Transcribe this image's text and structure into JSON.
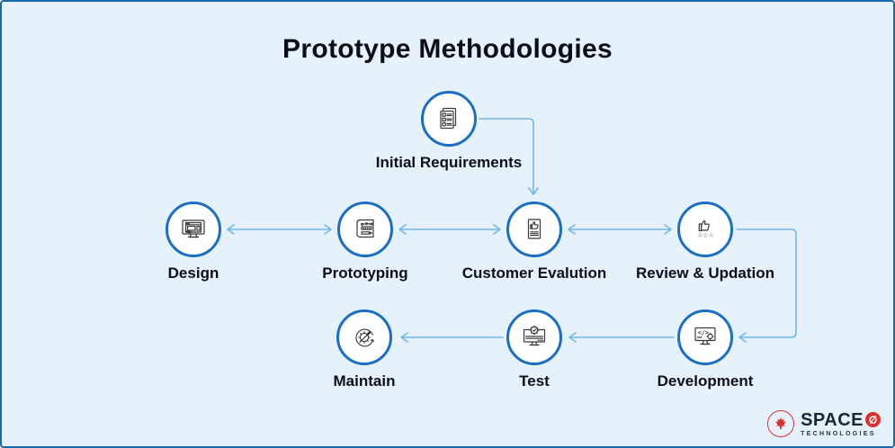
{
  "title": "Prototype Methodologies",
  "nodes": {
    "initial_requirements": {
      "label": "Initial Requirements",
      "icon": "checklist-document-icon"
    },
    "design": {
      "label": "Design",
      "icon": "design-monitor-icon"
    },
    "prototyping": {
      "label": "Prototyping",
      "icon": "blueprint-sketch-icon"
    },
    "customer_evalution": {
      "label": "Customer Evalution",
      "icon": "feedback-document-icon"
    },
    "review_updation": {
      "label": "Review & Updation",
      "icon": "thumbs-up-rating-icon"
    },
    "development": {
      "label": "Development",
      "icon": "code-monitor-icon"
    },
    "test": {
      "label": "Test",
      "icon": "test-monitor-icon"
    },
    "maintain": {
      "label": "Maintain",
      "icon": "maintenance-tools-icon"
    }
  },
  "flow": {
    "type": "process-diagram",
    "connections": [
      {
        "from": "Initial Requirements",
        "to": "Customer Evalution",
        "style": "elbow",
        "direction": "one-way"
      },
      {
        "from": "Design",
        "to": "Prototyping",
        "style": "straight",
        "direction": "two-way"
      },
      {
        "from": "Prototyping",
        "to": "Customer Evalution",
        "style": "straight",
        "direction": "two-way"
      },
      {
        "from": "Customer Evalution",
        "to": "Review & Updation",
        "style": "straight",
        "direction": "two-way"
      },
      {
        "from": "Review & Updation",
        "to": "Development",
        "style": "elbow",
        "direction": "one-way"
      },
      {
        "from": "Development",
        "to": "Test",
        "style": "straight",
        "direction": "one-way"
      },
      {
        "from": "Test",
        "to": "Maintain",
        "style": "straight",
        "direction": "one-way"
      }
    ]
  },
  "colors": {
    "background": "#e6f2fb",
    "frame_border": "#1769ab",
    "node_border": "#1a6fc4",
    "node_fill": "#ffffff",
    "arrow": "#73b5e6",
    "text": "#0b0e17",
    "icon_stroke": "#3a3a3a",
    "logo_red": "#da2f2f",
    "logo_text": "#1b2533"
  },
  "logo": {
    "brand": "SPACE",
    "o_symbol": "Ø",
    "subtext": "TECHNOLOGIES"
  }
}
